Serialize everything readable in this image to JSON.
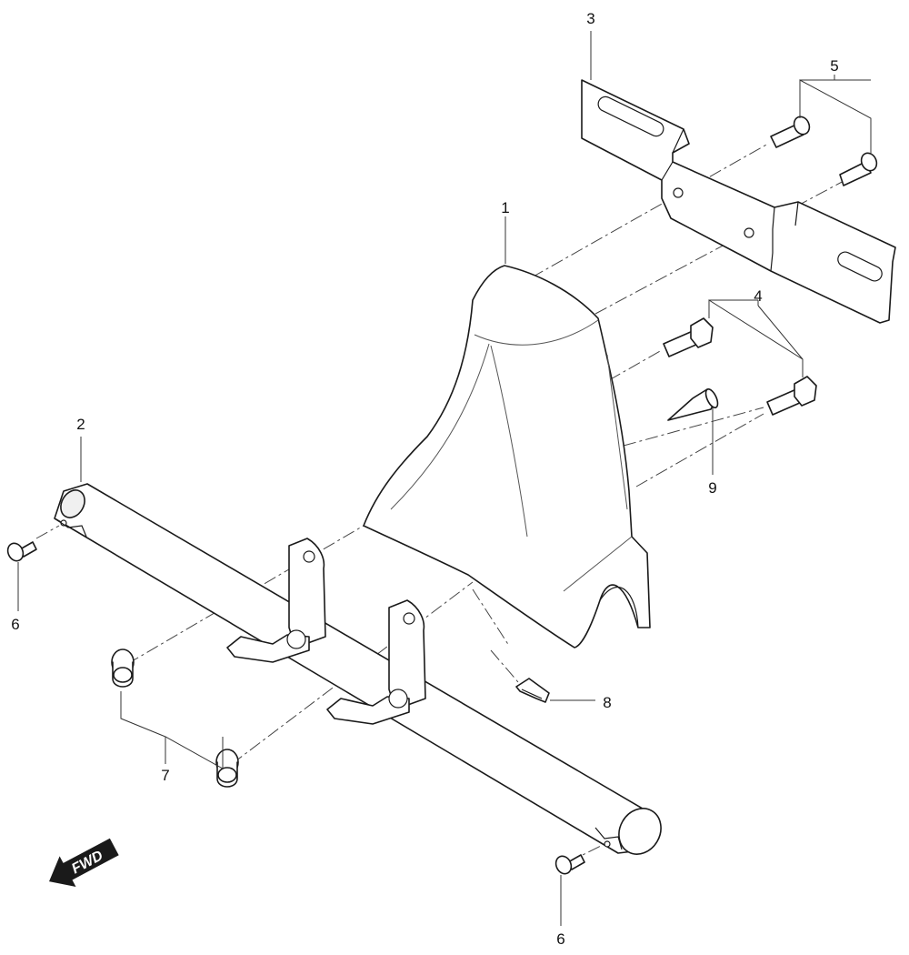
{
  "callouts": {
    "c1": "1",
    "c2": "2",
    "c3": "3",
    "c4": "4",
    "c5": "5",
    "c6_top": "6",
    "c6_bottom": "6",
    "c7": "7",
    "c8": "8",
    "c9": "9"
  },
  "fwd_label": "FWD"
}
